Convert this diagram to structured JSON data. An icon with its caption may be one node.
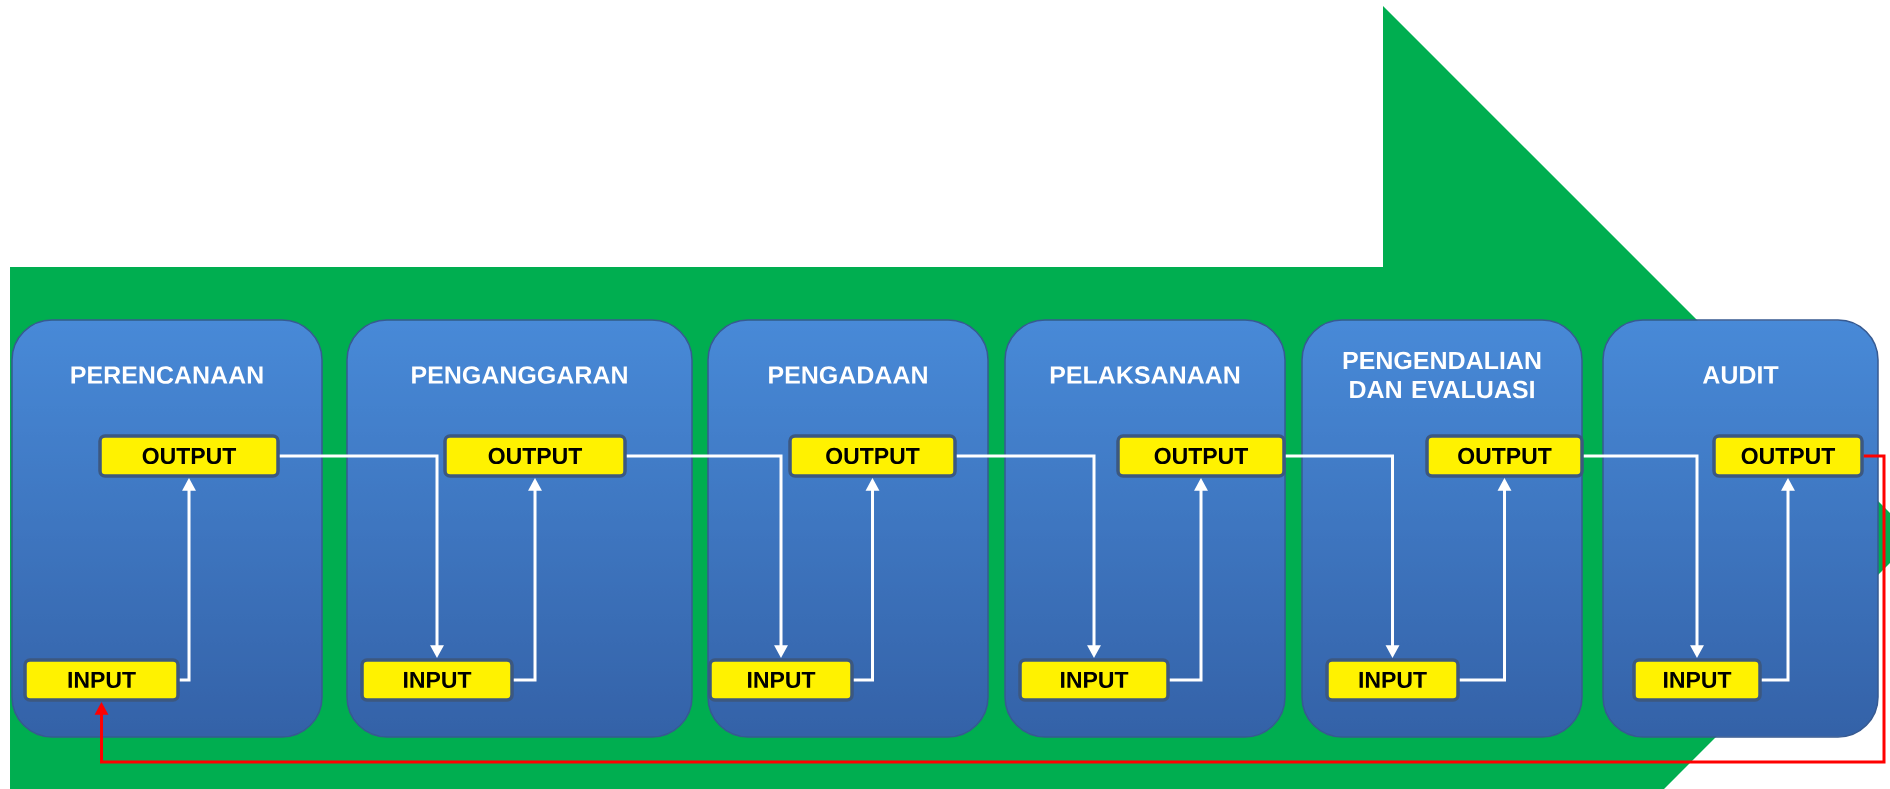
{
  "diagram": {
    "nodes": [
      {
        "text": [
          "PERENCANAAN"
        ]
      },
      {
        "text": [
          "OUTPUT"
        ],
        "in": 0
      },
      {
        "text": [
          "INPUT"
        ],
        "in": 0
      },
      {
        "text": [
          "PENGANGGARAN"
        ]
      },
      {
        "text": [
          "OUTPUT"
        ],
        "in": 3
      },
      {
        "text": [
          "INPUT"
        ],
        "in": 3
      },
      {
        "text": [
          "PENGADAAN"
        ]
      },
      {
        "text": [
          "OUTPUT"
        ],
        "in": 6
      },
      {
        "text": [
          "INPUT"
        ],
        "in": 6
      },
      {
        "text": [
          "PELAKSANAAN"
        ]
      },
      {
        "text": [
          "OUTPUT"
        ],
        "in": 9
      },
      {
        "text": [
          "INPUT"
        ],
        "in": 9
      },
      {
        "text": [
          "PENGENDALIAN DAN EVALUASI"
        ]
      },
      {
        "text": [
          "OUTPUT"
        ],
        "in": 12
      },
      {
        "text": [
          "INPUT"
        ],
        "in": 12
      },
      {
        "text": [
          "AUDIT"
        ]
      },
      {
        "text": [
          "OUTPUT"
        ],
        "in": 15
      },
      {
        "text": [
          "INPUT"
        ],
        "in": 15
      }
    ],
    "edges": [
      {
        "from": 2,
        "to": 1,
        "arrow": "to"
      },
      {
        "from": 1,
        "to": 5,
        "arrow": "to"
      },
      {
        "from": 5,
        "to": 4,
        "arrow": "to"
      },
      {
        "from": 4,
        "to": 8,
        "arrow": "to"
      },
      {
        "from": 8,
        "to": 7,
        "arrow": "to"
      },
      {
        "from": 7,
        "to": 11,
        "arrow": "to"
      },
      {
        "from": 11,
        "to": 10,
        "arrow": "to"
      },
      {
        "from": 10,
        "to": 14,
        "arrow": "to"
      },
      {
        "from": 14,
        "to": 13,
        "arrow": "to"
      },
      {
        "from": 13,
        "to": 17,
        "arrow": "to"
      },
      {
        "from": 17,
        "to": 16,
        "arrow": "to"
      },
      {
        "from": 16,
        "to": 2,
        "arrow": "to",
        "color": "#ff0000"
      }
    ]
  }
}
